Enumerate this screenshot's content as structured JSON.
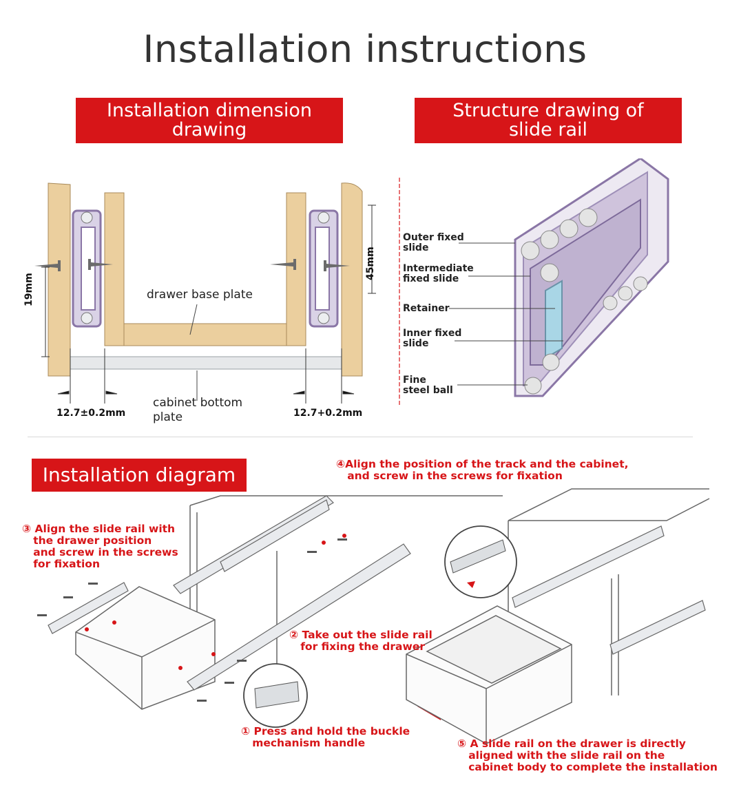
{
  "title": "Installation instructions",
  "banners": {
    "dimension": "Installation dimension drawing",
    "dimension_line1": "Installation dimension",
    "dimension_line2": "drawing",
    "structure_line1": "Structure drawing of",
    "structure_line2": "slide rail",
    "diagram": "Installation diagram"
  },
  "dimension_drawing": {
    "drawer_base_plate": "drawer base plate",
    "cabinet_bottom_line1": "cabinet bottom",
    "cabinet_bottom_line2": "plate",
    "left_gap": "12.7±0.2mm",
    "right_gap": "12.7+0.2mm",
    "height_left": "19mm",
    "height_right": "45mm"
  },
  "structure_drawing": {
    "labels": [
      {
        "line1": "Outer fixed",
        "line2": "slide"
      },
      {
        "line1": "Intermediate",
        "line2": "fixed slide"
      },
      {
        "line1": "Retainer",
        "line2": ""
      },
      {
        "line1": "Inner fixed",
        "line2": "slide"
      },
      {
        "line1": "Fine",
        "line2": "steel ball"
      }
    ]
  },
  "steps": {
    "step1": "① Press and hold the buckle\n   mechanism handle",
    "step2": "② Take out the slide rail\n   for fixing the drawer",
    "step3": "③ Align the slide rail with\n   the drawer position\n   and screw in the screws\n   for fixation",
    "step4": "④Align the position of the track and the cabinet,\n   and screw in the screws for fixation",
    "step5": "⑤ A slide rail on the drawer is directly\n   aligned with the slide rail on the\n   cabinet body to complete the installation"
  },
  "colors": {
    "accent_red": "#d71518",
    "wood": "#ebcf9e",
    "rail_purple": "#8a76a6"
  }
}
